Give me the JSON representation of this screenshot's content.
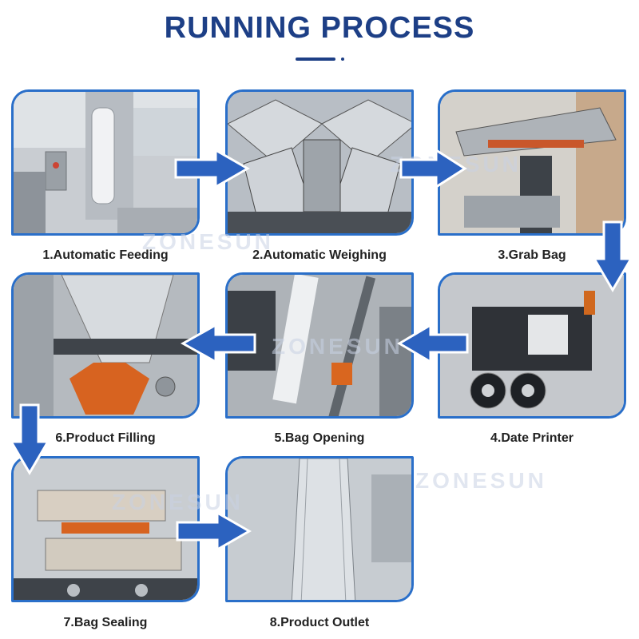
{
  "title": "RUNNING PROCESS",
  "watermark": "ZONESUN",
  "steps": [
    {
      "label": "1.Automatic Feeding",
      "icon": "feeding-machine-photo"
    },
    {
      "label": "2.Automatic Weighing",
      "icon": "multihead-weigher-photo"
    },
    {
      "label": "3.Grab Bag",
      "icon": "bag-gripper-photo"
    },
    {
      "label": "4.Date Printer",
      "icon": "date-printer-photo"
    },
    {
      "label": "5.Bag Opening",
      "icon": "bag-opening-photo"
    },
    {
      "label": "6.Product Filling",
      "icon": "filling-funnel-photo"
    },
    {
      "label": "7.Bag Sealing",
      "icon": "heat-sealer-photo"
    },
    {
      "label": "8.Product Outlet",
      "icon": "outlet-chute-photo"
    }
  ],
  "colors": {
    "accent": "#1d3f86",
    "border": "#2a6fc9",
    "arrow": "#2c62bf"
  }
}
